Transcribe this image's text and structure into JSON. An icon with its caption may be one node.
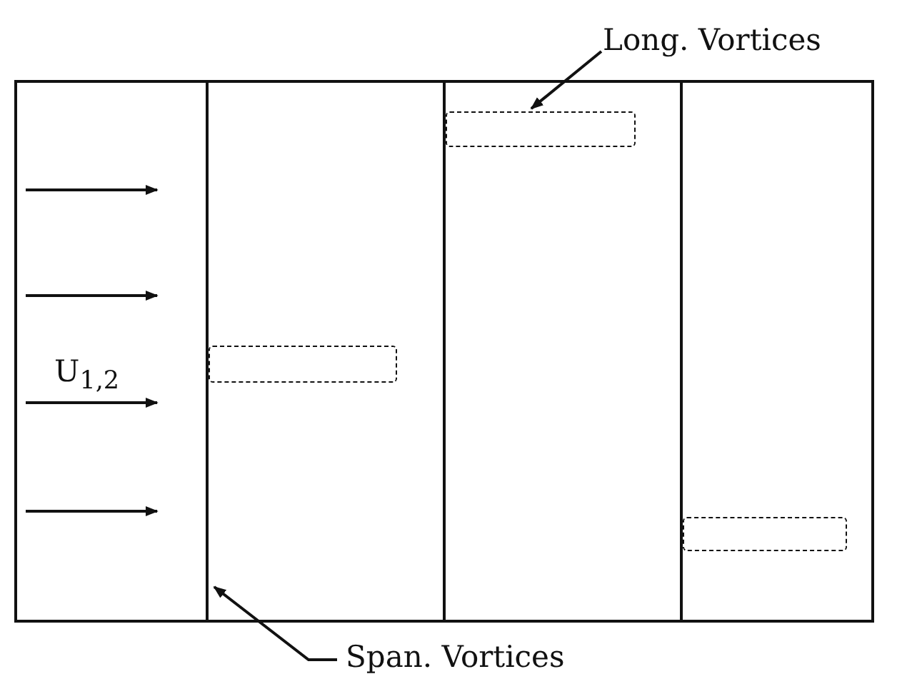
{
  "diagram": {
    "nodes": [
      {
        "text": [
          "Long. Vortices"
        ]
      },
      {
        "text": [],
        "shape": "box"
      },
      {
        "text": [],
        "shape": "box"
      },
      {
        "text": [],
        "shape": "box"
      },
      {
        "text": [
          "Span. Vortices"
        ]
      },
      {
        "text": [],
        "shape": "line"
      }
    ],
    "edges": [
      {
        "from": 0,
        "to": 2,
        "arrow": "to"
      },
      {
        "from": 4,
        "to": 5,
        "arrow": "to"
      }
    ],
    "labels": [
      "U$_{1,2}$"
    ]
  }
}
